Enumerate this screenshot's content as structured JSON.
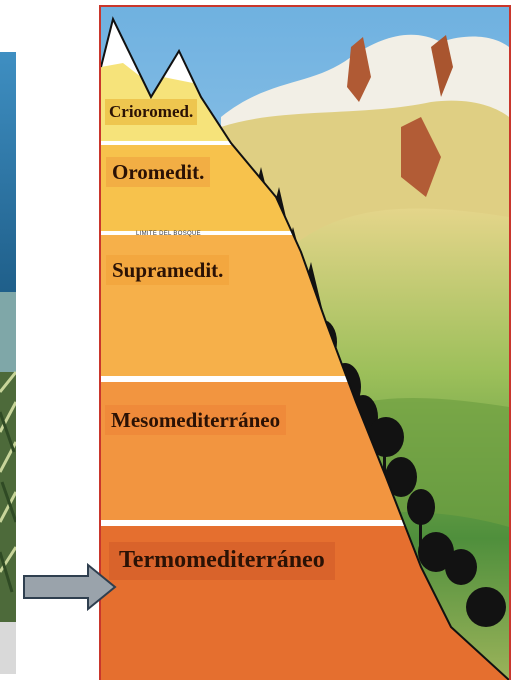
{
  "poster": {
    "zones": [
      {
        "id": "criomed",
        "label": "Crioromed."
      },
      {
        "id": "oromedit",
        "label": "Oromedit."
      },
      {
        "id": "supramedit",
        "label": "Supramedit."
      },
      {
        "id": "mesomediterraneo",
        "label": "Mesomediterráneo"
      },
      {
        "id": "termomediterraneo",
        "label": "Termomediterráneo"
      }
    ],
    "tree_line_label": "LIMITE DEL BOSQUE"
  },
  "colors": {
    "border": "#c9362c",
    "arrow_fill": "#9aa3ab",
    "arrow_stroke": "#2f3f4f",
    "zone_crio": "#f6e37a",
    "zone_oro": "#f7c24c",
    "zone_supra": "#f6b04a",
    "zone_meso": "#f29540",
    "zone_termo": "#e56f2f",
    "band_separator": "#ffffff"
  },
  "icons": {
    "pointer": "right-arrow-icon"
  }
}
